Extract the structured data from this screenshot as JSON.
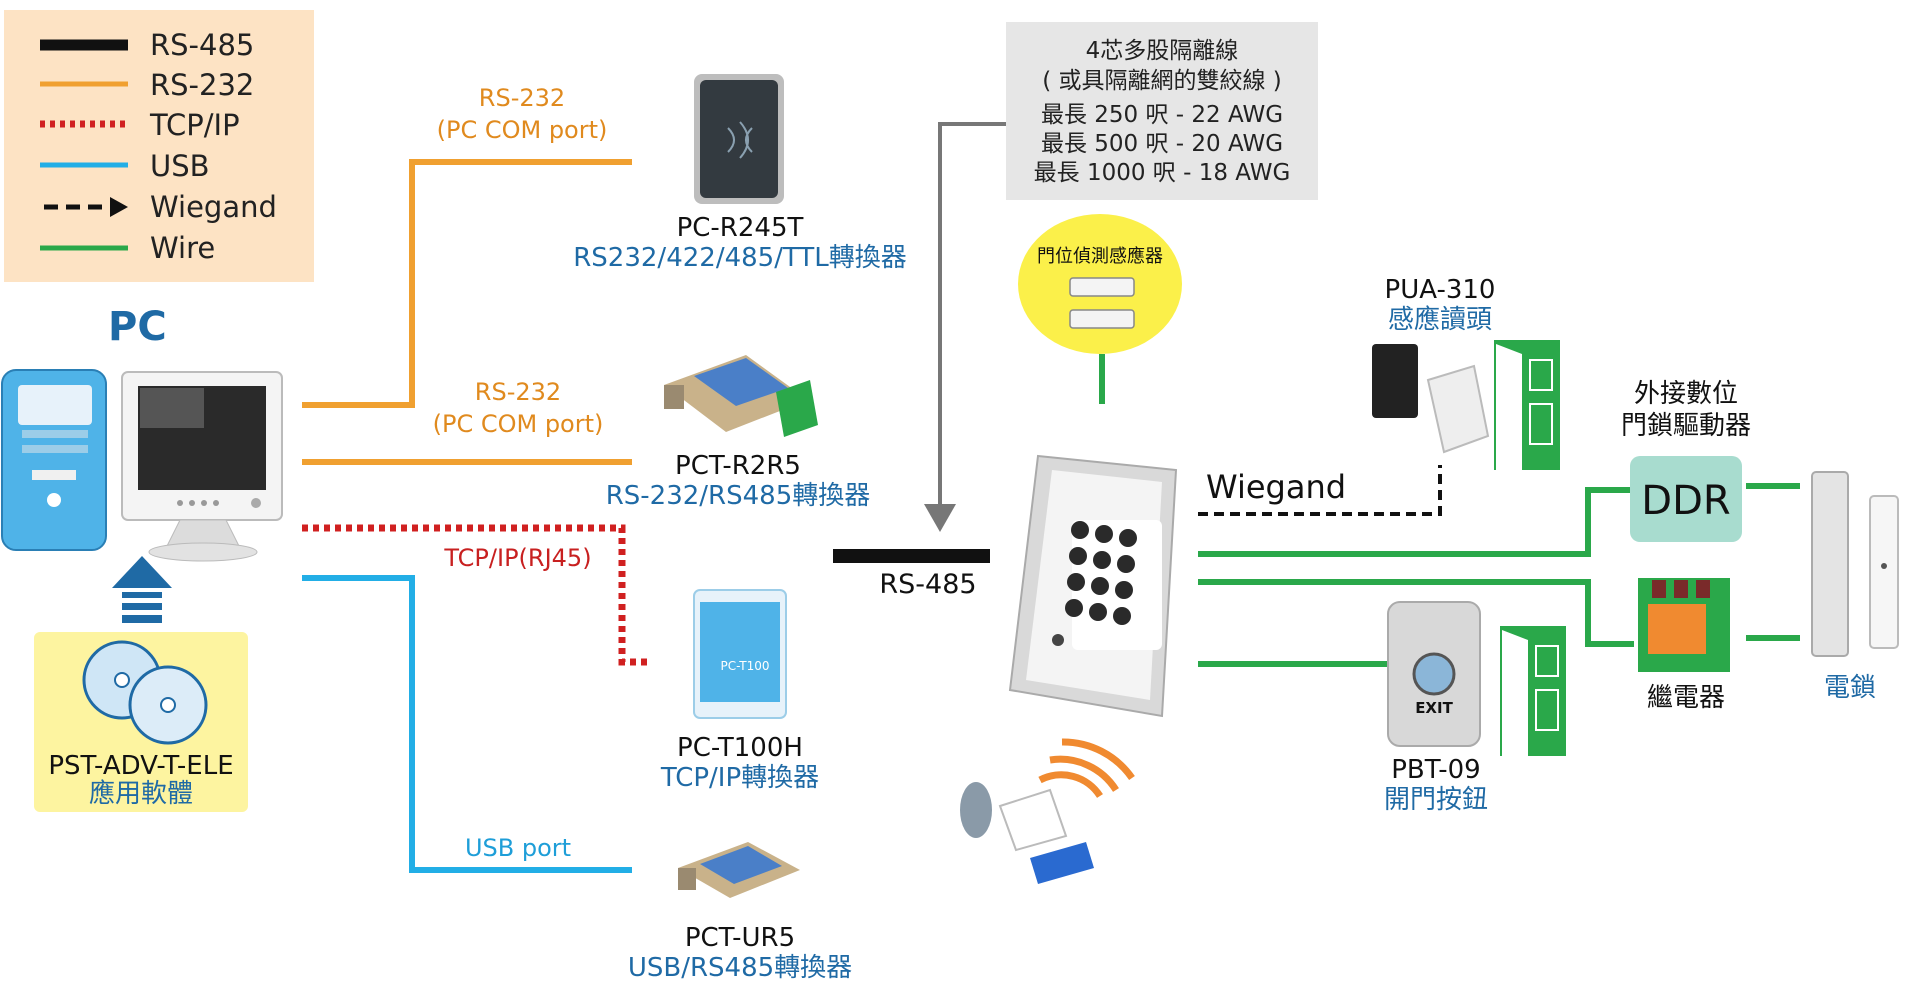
{
  "legend": {
    "items": [
      {
        "label": "RS-485",
        "color": "#111111",
        "style": "solid-thick"
      },
      {
        "label": "RS-232",
        "color": "#f0a030",
        "style": "solid"
      },
      {
        "label": "TCP/IP",
        "color": "#d02020",
        "style": "dotted"
      },
      {
        "label": "USB",
        "color": "#22aee6",
        "style": "solid"
      },
      {
        "label": "Wiegand",
        "color": "#111111",
        "style": "dashed-arrow"
      },
      {
        "label": "Wire",
        "color": "#2aa84a",
        "style": "solid"
      }
    ]
  },
  "pc": {
    "title": "PC",
    "software_name": "PST-ADV-T-ELE",
    "software_desc": "應用軟體"
  },
  "links": {
    "rs232_1": "RS-232",
    "rs232_1_sub": "(PC COM port)",
    "rs232_2": "RS-232",
    "rs232_2_sub": "(PC COM port)",
    "tcpip": "TCP/IP(RJ45)",
    "usb": "USB port",
    "rs485": "RS-485",
    "wiegand": "Wiegand"
  },
  "devices": {
    "pcr245t": {
      "name": "PC-R245T",
      "desc": "RS232/422/485/TTL轉換器"
    },
    "pctr2r5": {
      "name": "PCT-R2R5",
      "desc": "RS-232/RS485轉換器"
    },
    "pct100h": {
      "name": "PC-T100H",
      "desc": "TCP/IP轉換器",
      "label": "PC-T100"
    },
    "pctur5": {
      "name": "PCT-UR5",
      "desc": "USB/RS485轉換器"
    },
    "pua310": {
      "name": "PUA-310",
      "desc": "感應讀頭"
    },
    "pbt09": {
      "name": "PBT-09",
      "desc": "開門按鈕",
      "exit": "EXIT"
    },
    "ddr": {
      "title_line1": "外接數位",
      "title_line2": "門鎖驅動器",
      "label": "DDR"
    },
    "relay": {
      "desc": "繼電器"
    },
    "lock": {
      "desc": "電鎖"
    },
    "door_sensor": {
      "desc": "門位偵測感應器"
    }
  },
  "cable_note": {
    "line1": "4芯多股隔離線",
    "line2": "( 或具隔離網的雙絞線 )",
    "line3": "最長 250 呎 - 22 AWG",
    "line4": "最長 500 呎 - 20 AWG",
    "line5": "最長 1000 呎 - 18 AWG"
  },
  "colors": {
    "rs485": "#111111",
    "rs232": "#f0a030",
    "tcpip": "#d02020",
    "usb": "#22aee6",
    "wire": "#2aa84a",
    "legend_bg": "#fde3c4",
    "note_bg": "#e6e6e6",
    "software_bg": "#fdf4a0",
    "sensor_bg": "#fbf04a",
    "ddr_bg": "#a8dccf",
    "door_green": "#2aa84a"
  }
}
